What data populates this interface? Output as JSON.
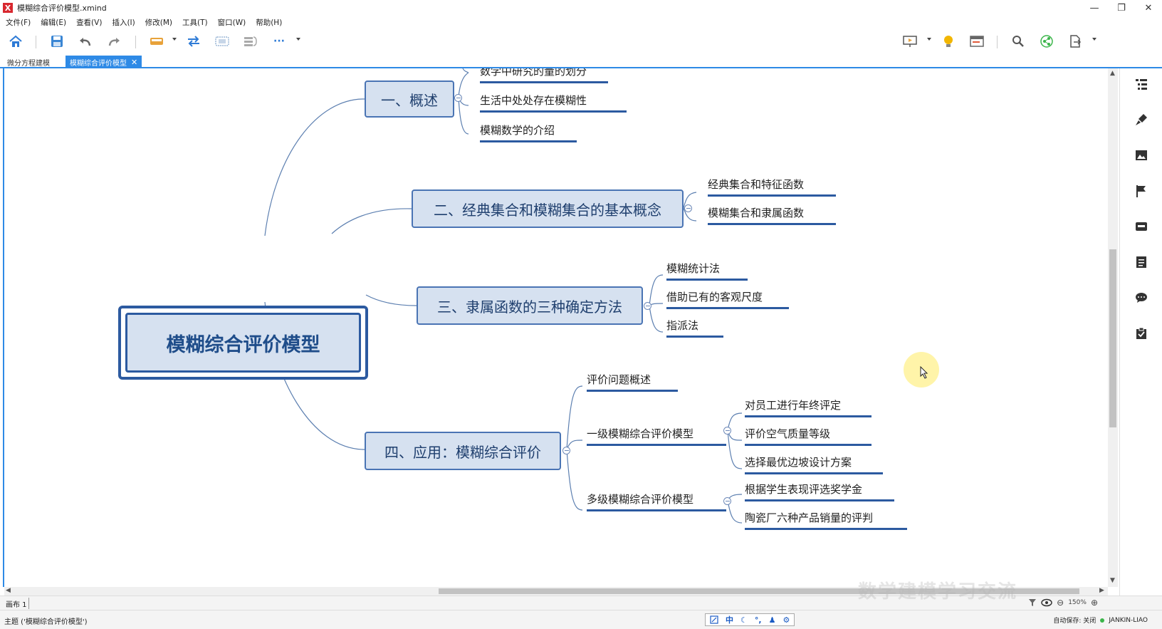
{
  "window": {
    "title": "模糊综合评价模型.xmind",
    "app_logo": "X",
    "minimize": "—",
    "restore": "❐",
    "close": "✕"
  },
  "menu": [
    "文件(F)",
    "编辑(E)",
    "查看(V)",
    "插入(I)",
    "修改(M)",
    "工具(T)",
    "窗口(W)",
    "帮助(H)"
  ],
  "toolbar": {
    "icons": [
      "home-icon",
      "save-icon",
      "undo-icon",
      "redo-icon",
      "topic-icon",
      "relationship-icon",
      "boundary-icon",
      "summary-icon",
      "more-icon",
      "presentation-icon",
      "idea-icon",
      "outline-icon",
      "search-icon",
      "share-icon",
      "export-icon"
    ],
    "more_label": "···"
  },
  "tabs": [
    {
      "label": "微分方程建模",
      "active": false
    },
    {
      "label": "模糊综合评价模型",
      "active": true,
      "close": "✕"
    }
  ],
  "mindmap": {
    "root": "模糊综合评价模型",
    "branches": [
      {
        "label": "一、概述",
        "children": [
          "数学中研究的量的划分",
          "生活中处处存在模糊性",
          "模糊数学的介绍"
        ]
      },
      {
        "label": "二、经典集合和模糊集合的基本概念",
        "children": [
          "经典集合和特征函数",
          "模糊集合和隶属函数"
        ]
      },
      {
        "label": "三、隶属函数的三种确定方法",
        "children": [
          "模糊统计法",
          "借助已有的客观尺度",
          "指派法"
        ]
      },
      {
        "label": "四、应用：模糊综合评价",
        "children": [
          {
            "label": "评价问题概述"
          },
          {
            "label": "一级模糊综合评价模型",
            "children": [
              "对员工进行年终评定",
              "评价空气质量等级",
              "选择最优边坡设计方案"
            ]
          },
          {
            "label": "多级模糊综合评价模型",
            "children": [
              "根据学生表现评选奖学金",
              "陶瓷厂六种产品销量的评判"
            ]
          }
        ]
      }
    ]
  },
  "colors": {
    "accent": "#2e8ae6",
    "node_fill": "#d6e1f0",
    "node_border": "#4a74b4",
    "root_border": "#2c5aa0",
    "underline": "#2c5aa0"
  },
  "right_panel_icons": [
    "outline-panel-icon",
    "format-brush-icon",
    "image-icon",
    "marker-flag-icon",
    "label-icon",
    "notes-icon",
    "comment-icon",
    "task-icon"
  ],
  "sheet": {
    "tab_label": "画布 1",
    "zoom": "150%"
  },
  "status": {
    "topic": "主题 ('模糊综合评价模型')",
    "autosave": "自动保存: 关闭",
    "user": "JANKIN-LIAO"
  },
  "ime": [
    "中"
  ],
  "watermark": "数学建模学习交流"
}
